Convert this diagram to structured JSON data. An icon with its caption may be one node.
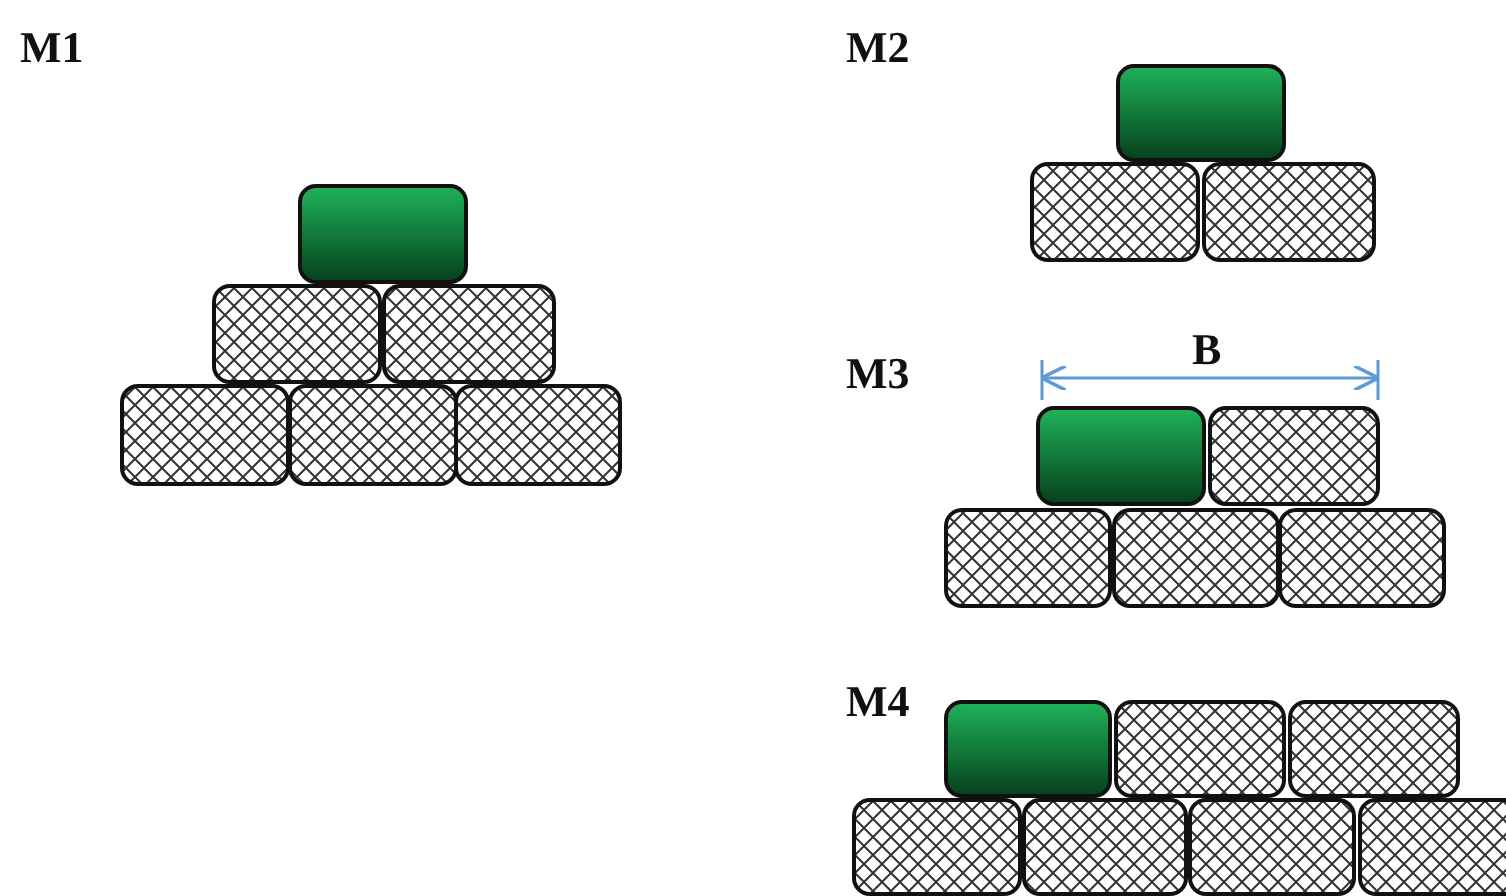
{
  "diagram": {
    "labels": [
      "M1",
      "M2",
      "M3",
      "B",
      "M4"
    ]
  }
}
